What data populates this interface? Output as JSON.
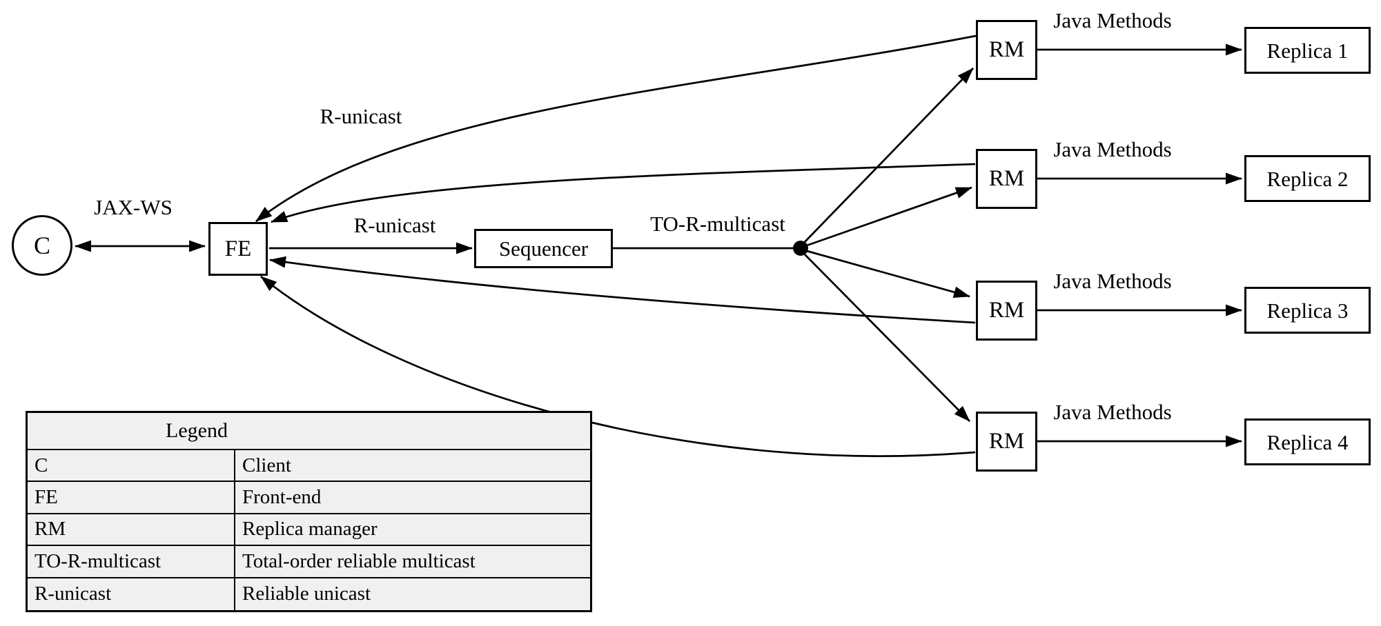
{
  "diagram": {
    "nodes": {
      "client": "C",
      "front_end": "FE",
      "sequencer": "Sequencer",
      "rm": "RM",
      "replicas": [
        "Replica 1",
        "Replica 2",
        "Replica 3",
        "Replica 4"
      ]
    },
    "edge_labels": {
      "jax_ws": "JAX-WS",
      "r_unicast_return": "R-unicast",
      "r_unicast_forward": "R-unicast",
      "to_r_multicast": "TO-R-multicast",
      "java_methods": [
        "Java Methods",
        "Java Methods",
        "Java Methods",
        "Java Methods"
      ]
    },
    "edges": [
      {
        "from": "C",
        "to": "FE",
        "label": "JAX-WS",
        "bidirectional": true
      },
      {
        "from": "FE",
        "to": "Sequencer",
        "label": "R-unicast"
      },
      {
        "from": "Sequencer",
        "to": "multicast-point",
        "label": "TO-R-multicast"
      },
      {
        "from": "multicast-point",
        "to": "RM 1..4",
        "label": ""
      },
      {
        "from": "RM 1..4",
        "to": "FE",
        "label": "R-unicast"
      },
      {
        "from": "RM n",
        "to": "Replica n",
        "label": "Java Methods"
      }
    ]
  },
  "legend": {
    "title": "Legend",
    "rows": [
      {
        "key": "C",
        "value": "Client"
      },
      {
        "key": "FE",
        "value": "Front-end"
      },
      {
        "key": "RM",
        "value": "Replica manager"
      },
      {
        "key": "TO-R-multicast",
        "value": "Total-order reliable multicast"
      },
      {
        "key": "R-unicast",
        "value": "Reliable unicast"
      }
    ]
  },
  "colors": {
    "background": "#ffffff",
    "line": "#000000",
    "text": "#000000",
    "legend_fill": "#f0f0f0"
  }
}
